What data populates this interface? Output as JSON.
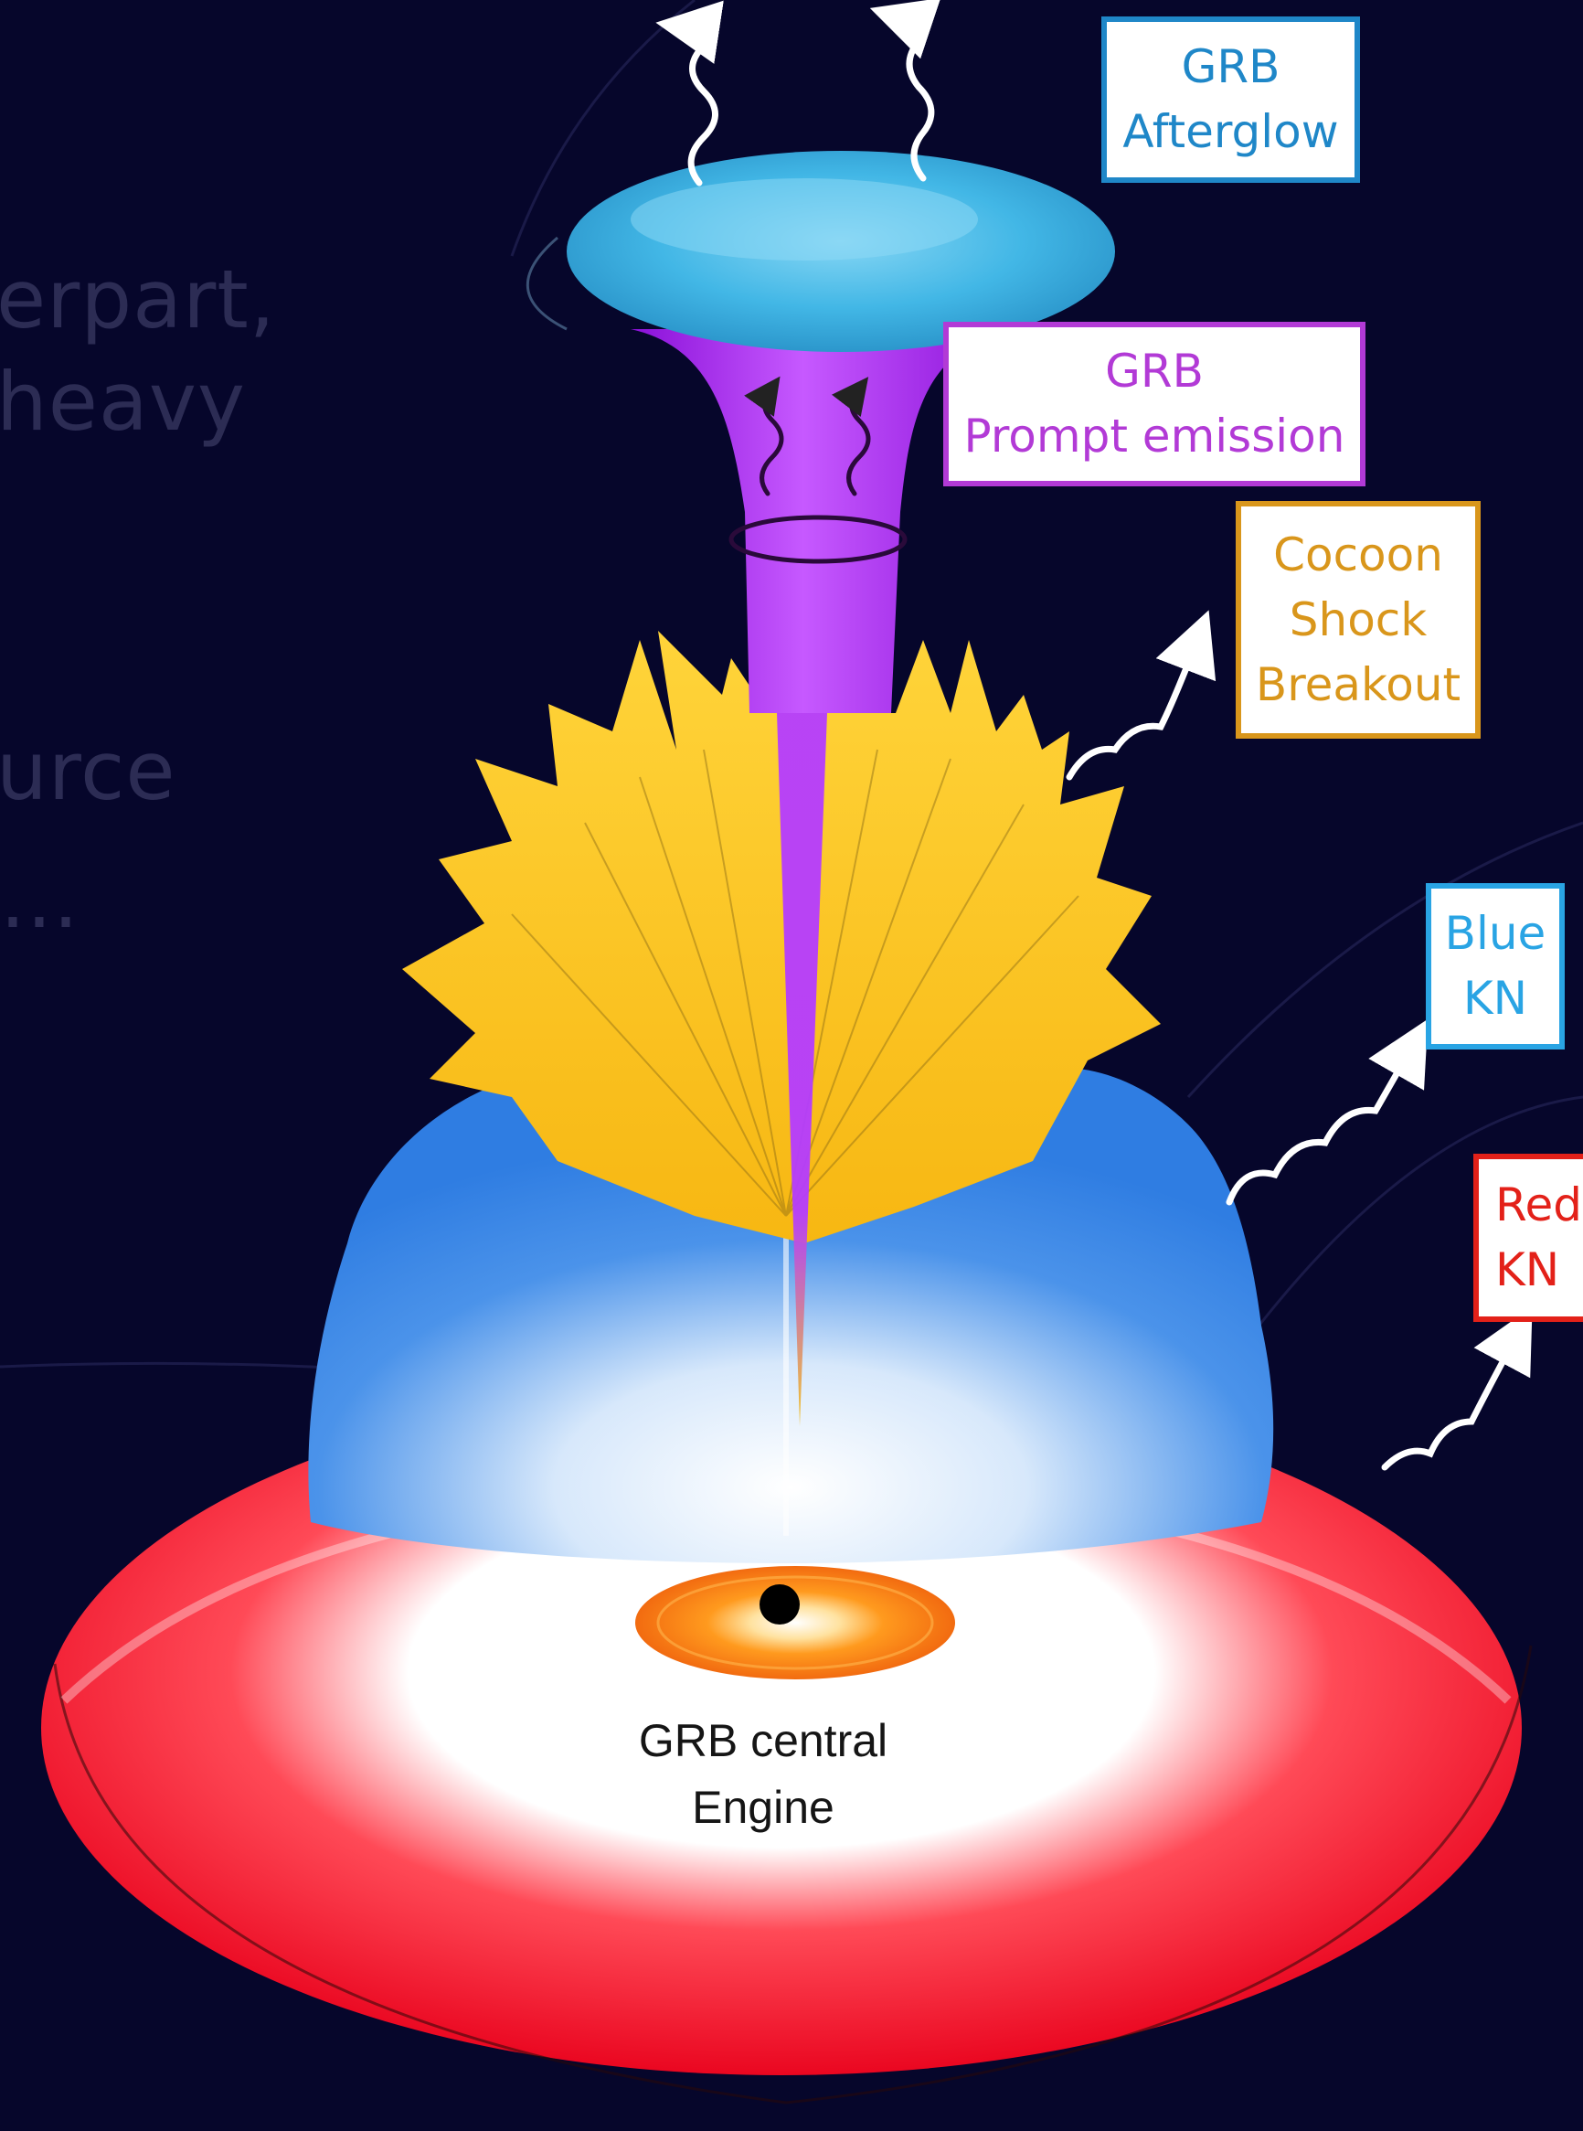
{
  "background_fragments": [
    "erpart,",
    "heavy",
    "urce",
    "..."
  ],
  "labels": {
    "grb_afterglow": {
      "line1": "GRB",
      "line2": "Afterglow",
      "color": "#1f87c8"
    },
    "grb_prompt": {
      "line1": "GRB",
      "line2": "Prompt emission",
      "color": "#b23ad6"
    },
    "cocoon": {
      "line1": "Cocoon",
      "line2": "Shock",
      "line3": "Breakout",
      "color": "#d9961b"
    },
    "blue_kn": {
      "line1": "Blue",
      "line2": "KN",
      "color": "#29a4e4"
    },
    "red_kn": {
      "line1": "Red",
      "line2": "KN",
      "color": "#e32119"
    }
  },
  "central_engine": {
    "line1": "GRB central",
    "line2": "Engine"
  },
  "colors": {
    "background": "#06062b",
    "afterglow_cloud": "#3fb8e6",
    "jet": "#a21df0",
    "cocoon": "#fbc81f",
    "blue_ejecta": "#3a86e6",
    "red_torus": "#ee1326",
    "accretion_disk": "#f57a12"
  }
}
